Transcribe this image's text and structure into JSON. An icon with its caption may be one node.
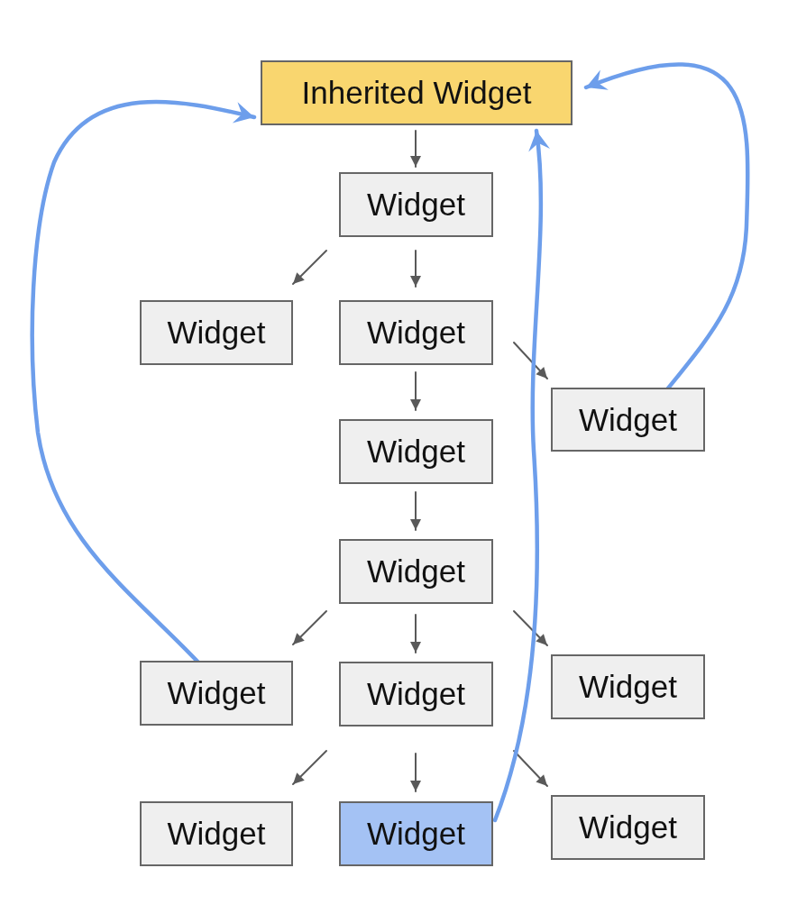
{
  "diagram": {
    "nodes": [
      {
        "text": [
          "Inherited Widget"
        ]
      },
      {
        "text": [
          "Widget"
        ]
      },
      {
        "text": [
          "Widget"
        ]
      },
      {
        "text": [
          "Widget"
        ]
      },
      {
        "text": [
          "Widget"
        ]
      },
      {
        "text": [
          "Widget"
        ]
      },
      {
        "text": [
          "Widget"
        ]
      },
      {
        "text": [
          "Widget"
        ]
      },
      {
        "text": [
          "Widget"
        ]
      },
      {
        "text": [
          "Widget"
        ]
      },
      {
        "text": [
          "Widget"
        ]
      },
      {
        "text": [
          "Widget"
        ]
      },
      {
        "text": [
          "Widget"
        ]
      }
    ],
    "edges": [
      {
        "from": 0,
        "to": 1,
        "arrow": "to"
      },
      {
        "from": 1,
        "to": 2,
        "arrow": "to"
      },
      {
        "from": 1,
        "to": 3,
        "arrow": "to"
      },
      {
        "from": 3,
        "to": 4,
        "arrow": "to"
      },
      {
        "from": 3,
        "to": 5,
        "arrow": "to"
      },
      {
        "from": 5,
        "to": 6,
        "arrow": "to"
      },
      {
        "from": 6,
        "to": 7,
        "arrow": "to"
      },
      {
        "from": 6,
        "to": 8,
        "arrow": "to"
      },
      {
        "from": 6,
        "to": 9,
        "arrow": "to"
      },
      {
        "from": 8,
        "to": 10,
        "arrow": "to"
      },
      {
        "from": 8,
        "to": 11,
        "arrow": "to"
      },
      {
        "from": 8,
        "to": 12,
        "arrow": "to"
      },
      {
        "from": 4,
        "to": 0,
        "arrow": "to",
        "style": "thick",
        "color": "#6d9eeb"
      },
      {
        "from": 7,
        "to": 0,
        "arrow": "to",
        "style": "thick",
        "color": "#6d9eeb"
      },
      {
        "from": 11,
        "to": 0,
        "arrow": "to",
        "style": "thick",
        "color": "#6d9eeb"
      }
    ]
  }
}
